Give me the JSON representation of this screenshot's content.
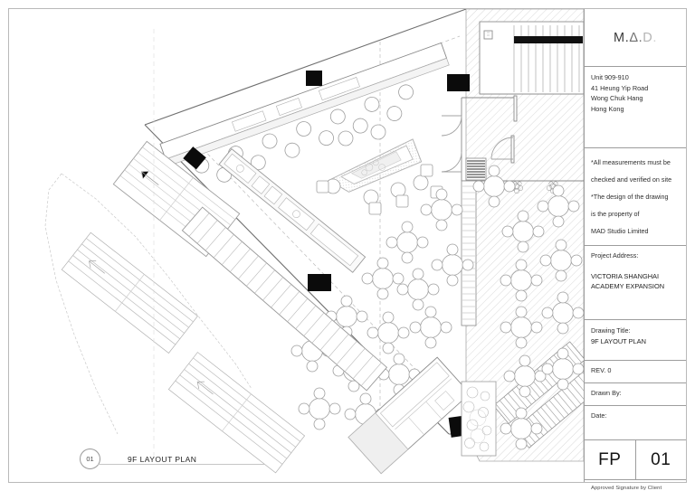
{
  "sheet": {
    "background_color": "#ffffff",
    "frame_color": "#b9b9b9",
    "line_color": "#9d9d9d"
  },
  "drawing": {
    "type": "architectural-floor-plan",
    "label_number": "01",
    "label_text": "9F LAYOUT PLAN",
    "elements": {
      "round_tables_with_4_chairs": 23,
      "counter_seating_stools": 13,
      "structural_columns_black": 6,
      "triangular_planter": 1,
      "stair_runs": 6,
      "hatched_wall_fill": "diagonal-45",
      "plant_clusters": 5
    }
  },
  "titleblock": {
    "logo": {
      "part1": "M.",
      "part2": "Δ.",
      "part3": "D",
      "part4": "."
    },
    "address": [
      "Unit 909-910",
      "41 Heung Yip Road",
      "Wong Chuk Hang",
      "Hong Kong"
    ],
    "notes": [
      "*All measurements must be",
      "checked and verified on site",
      "*The design of the drawing",
      "is the property of",
      "MAD Studio Limited"
    ],
    "project_address_label": "Project Address:",
    "project_address": [
      "VICTORIA SHANGHAI",
      "ACADEMY EXPANSION"
    ],
    "drawing_title_label": "Drawing Title:",
    "drawing_title_value": "9F LAYOUT PLAN",
    "rev": "REV. 0",
    "drawn_by": "Drawn By:",
    "date": "Date:",
    "code_prefix": "FP",
    "code_number": "01",
    "signature_caption": "Approved Signature by Client"
  }
}
